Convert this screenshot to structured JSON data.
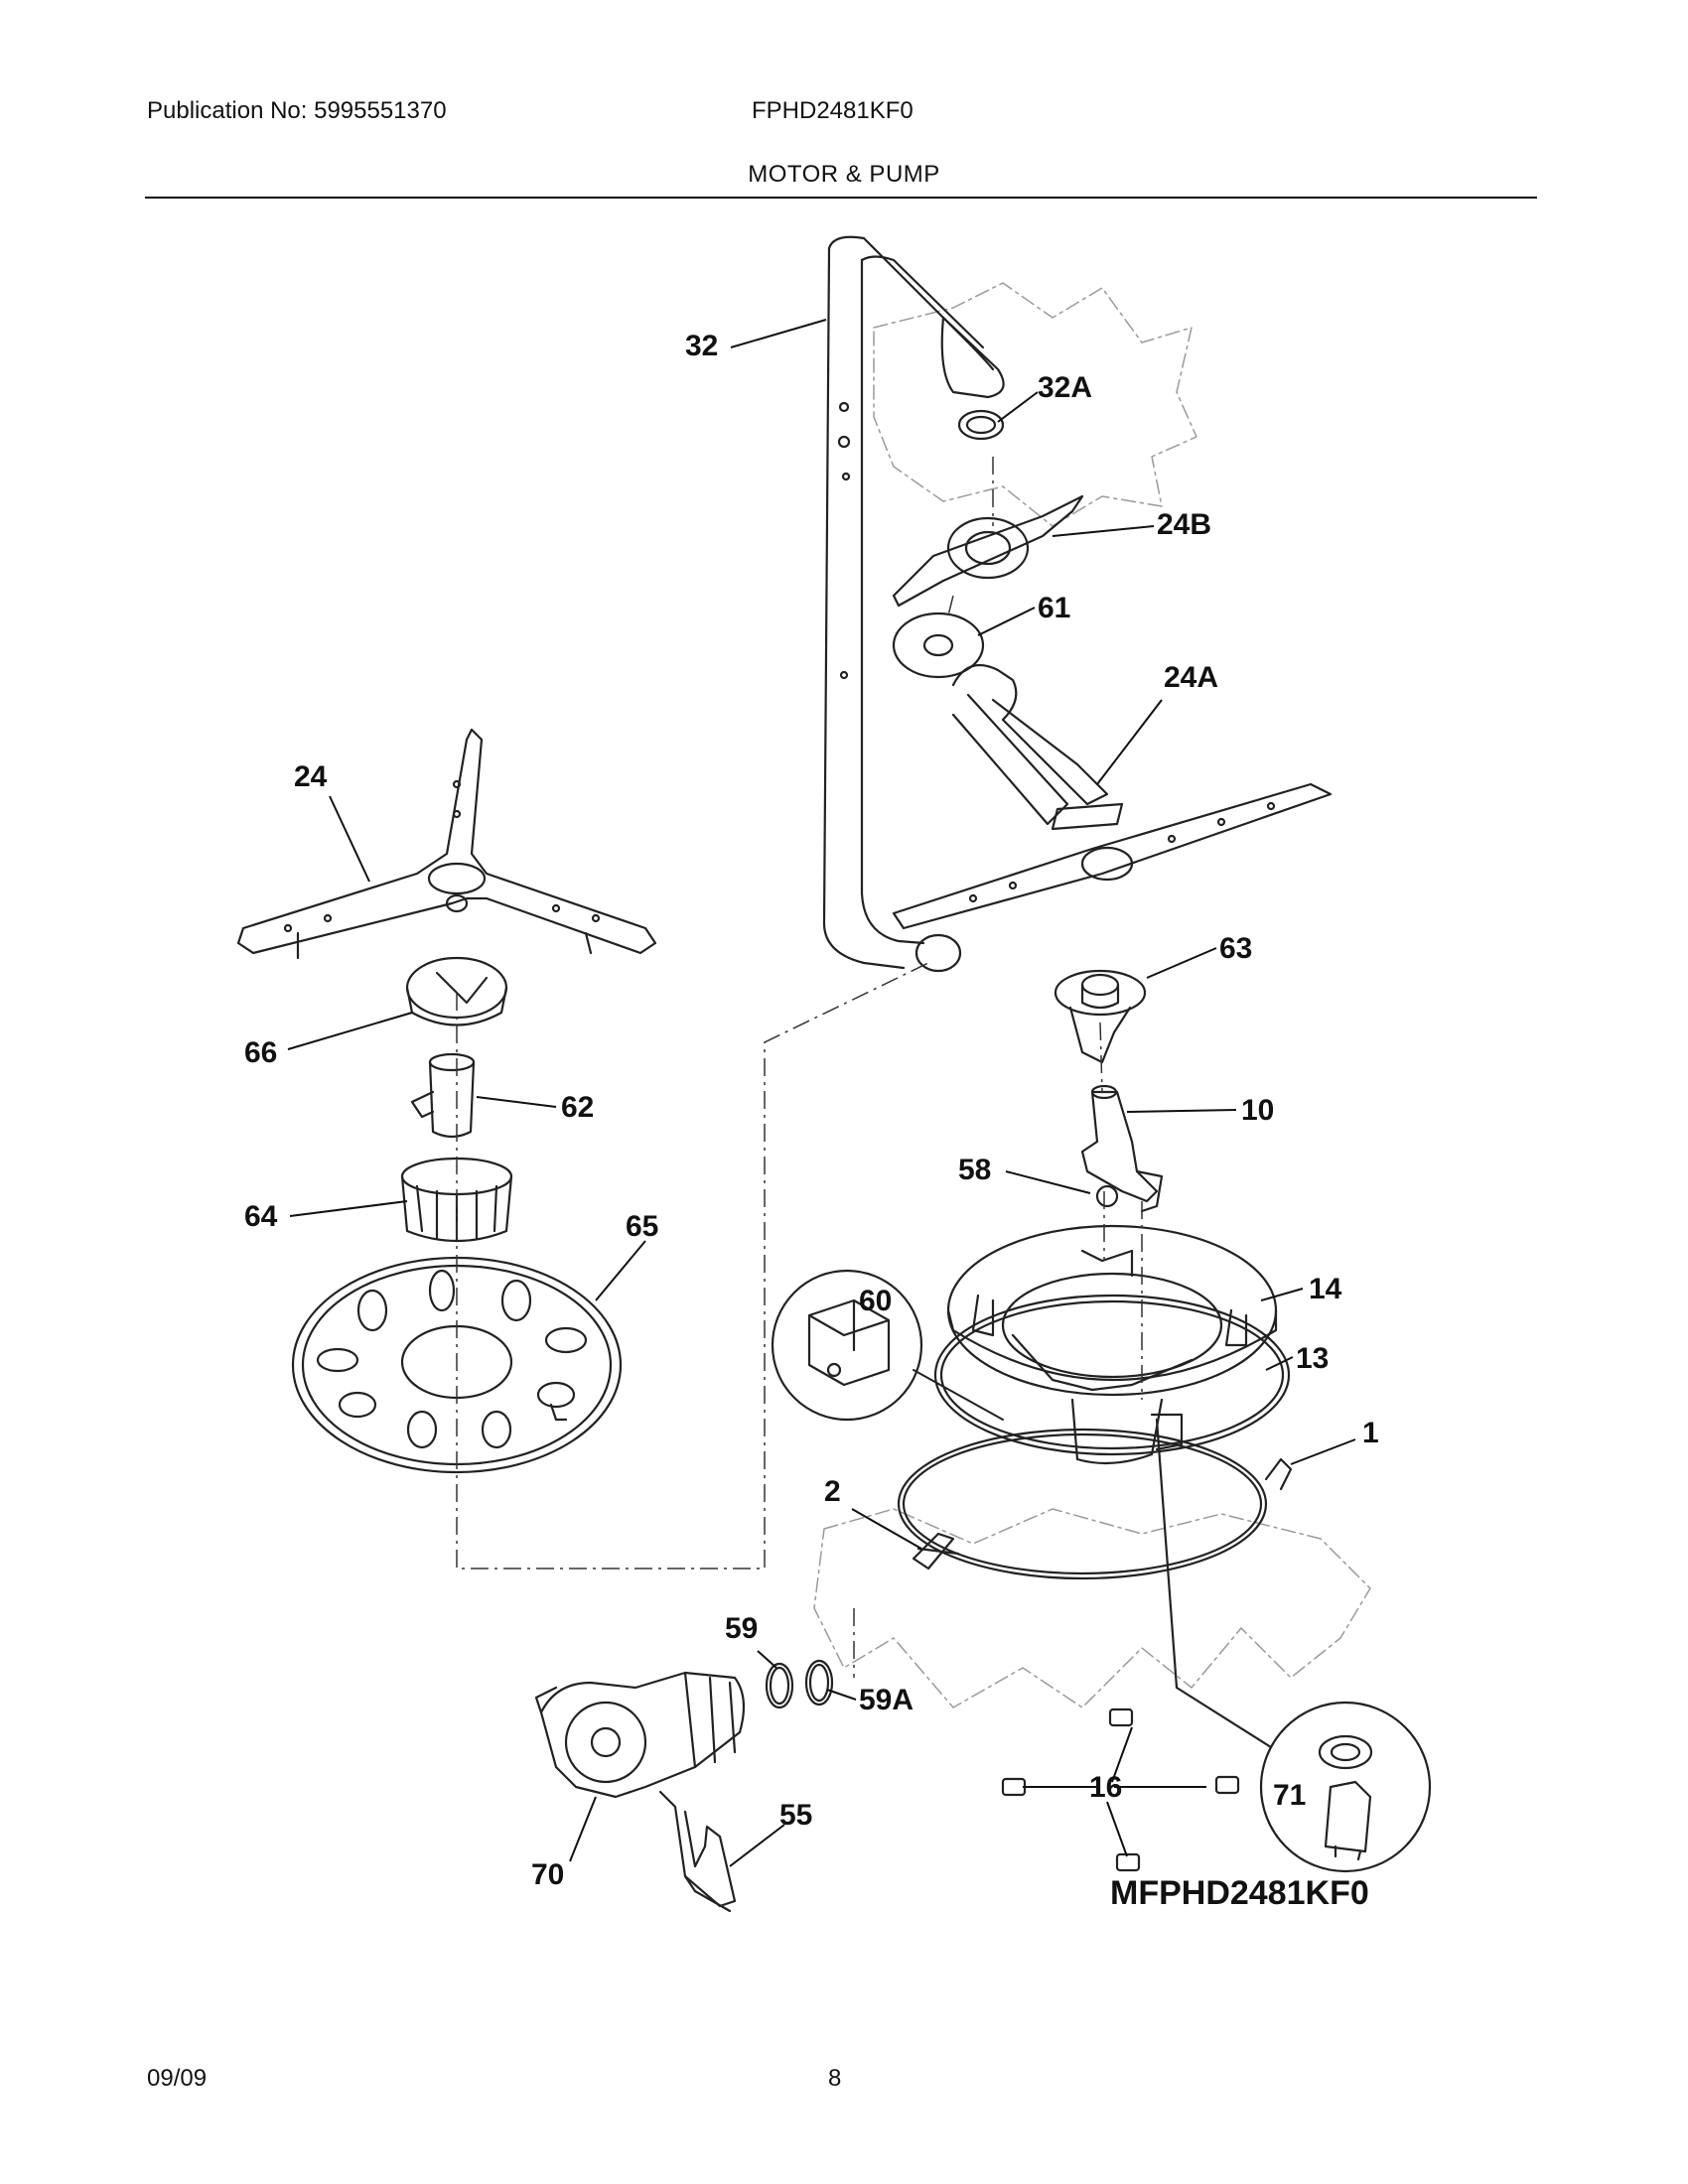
{
  "header": {
    "publication": "Publication No: 5995551370",
    "model": "FPHD2481KF0",
    "section_title": "MOTOR & PUMP"
  },
  "diagram": {
    "callouts": [
      "32",
      "32A",
      "24B",
      "61",
      "24A",
      "24",
      "66",
      "62",
      "64",
      "65",
      "63",
      "10",
      "58",
      "60",
      "14",
      "13",
      "1",
      "2",
      "59",
      "59A",
      "55",
      "70",
      "16",
      "71"
    ],
    "diagram_id": "MFPHD2481KF0"
  },
  "footer": {
    "date": "09/09",
    "page_number": "8"
  }
}
